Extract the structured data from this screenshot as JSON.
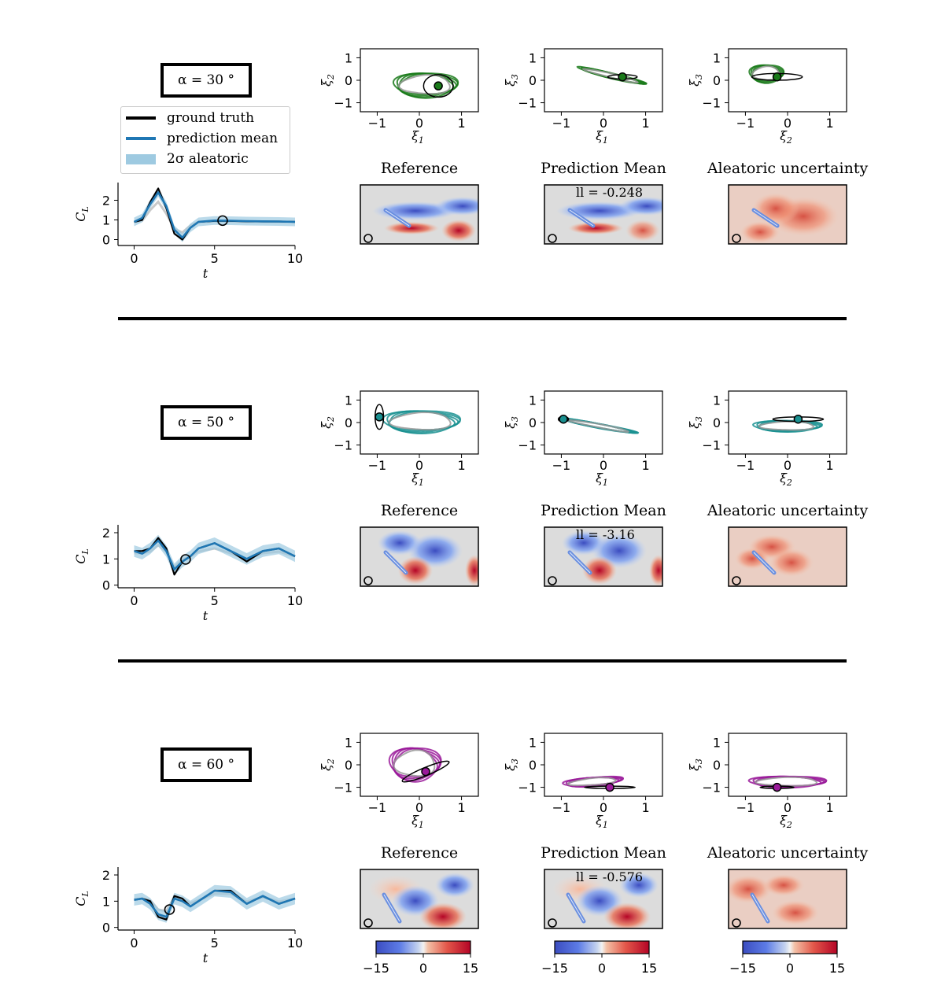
{
  "legend": {
    "ground_truth": "ground truth",
    "prediction_mean": "prediction mean",
    "aleatoric": "2σ aleatoric"
  },
  "panel_titles": {
    "reference": "Reference",
    "prediction_mean": "Prediction Mean",
    "aleatoric": "Aleatoric uncertainty"
  },
  "colorbar": {
    "ticks": [
      "−15",
      "0",
      "15"
    ],
    "range": [
      -15,
      15
    ],
    "colormap": "coolwarm"
  },
  "colors": {
    "ground_truth": "#000000",
    "prediction_mean": "#1f77b4",
    "aleatoric_band": "#9ecae1",
    "gray_trace": "#bbbbbb",
    "rows": [
      "#1a7a1a",
      "#1a9090",
      "#9a1a9a"
    ]
  },
  "rows": [
    {
      "alpha_label": "α = 30 °",
      "ll_label": "ll = -0.248"
    },
    {
      "alpha_label": "α = 50 °",
      "ll_label": "ll = -3.16"
    },
    {
      "alpha_label": "α = 60 °",
      "ll_label": "ll = -0.576"
    }
  ],
  "chart_data": [
    {
      "type": "line",
      "panel": "lift coefficient time series, α = 30°",
      "xlabel": "t",
      "ylabel": "C_L",
      "xlim": [
        -1,
        10
      ],
      "ylim": [
        -0.3,
        2.9
      ],
      "xticks": [
        "0",
        "5",
        "10"
      ],
      "yticks": [
        "0",
        "1",
        "2"
      ],
      "marker_t": 5.5,
      "series": [
        {
          "name": "ground truth",
          "x": [
            0,
            0.5,
            1,
            1.5,
            2,
            2.5,
            3,
            3.5,
            4,
            5,
            6,
            7,
            8,
            9,
            10
          ],
          "y": [
            0.9,
            1.0,
            1.9,
            2.6,
            1.6,
            0.3,
            0.0,
            0.6,
            0.9,
            0.95,
            0.95,
            0.93,
            0.92,
            0.92,
            0.9
          ]
        },
        {
          "name": "prediction mean",
          "x": [
            0,
            0.5,
            1,
            1.5,
            2,
            2.5,
            3,
            3.5,
            4,
            5,
            6,
            7,
            8,
            9,
            10
          ],
          "y": [
            0.9,
            1.1,
            1.8,
            2.4,
            1.7,
            0.5,
            0.1,
            0.6,
            0.9,
            0.97,
            0.96,
            0.94,
            0.93,
            0.92,
            0.9
          ]
        }
      ]
    },
    {
      "type": "line",
      "panel": "lift coefficient time series, α = 50°",
      "xlabel": "t",
      "ylabel": "C_L",
      "xlim": [
        -1,
        10
      ],
      "ylim": [
        -0.1,
        2.3
      ],
      "xticks": [
        "0",
        "5",
        "10"
      ],
      "yticks": [
        "0",
        "1",
        "2"
      ],
      "marker_t": 3.2,
      "series": [
        {
          "name": "ground truth",
          "x": [
            0,
            0.5,
            1,
            1.5,
            2,
            2.5,
            3,
            3.5,
            4,
            5,
            6,
            7,
            8,
            9,
            10
          ],
          "y": [
            1.3,
            1.3,
            1.4,
            1.8,
            1.4,
            0.4,
            0.9,
            1.1,
            1.4,
            1.6,
            1.3,
            0.9,
            1.3,
            1.4,
            1.1
          ]
        },
        {
          "name": "prediction mean",
          "x": [
            0,
            0.5,
            1,
            1.5,
            2,
            2.5,
            3,
            3.5,
            4,
            5,
            6,
            7,
            8,
            9,
            10
          ],
          "y": [
            1.3,
            1.2,
            1.4,
            1.7,
            1.3,
            0.6,
            0.9,
            1.1,
            1.4,
            1.6,
            1.3,
            1.0,
            1.3,
            1.4,
            1.1
          ]
        }
      ]
    },
    {
      "type": "line",
      "panel": "lift coefficient time series, α = 60°",
      "xlabel": "t",
      "ylabel": "C_L",
      "xlim": [
        -1,
        10
      ],
      "ylim": [
        -0.1,
        2.3
      ],
      "xticks": [
        "0",
        "5",
        "10"
      ],
      "yticks": [
        "0",
        "1",
        "2"
      ],
      "marker_t": 2.2,
      "series": [
        {
          "name": "ground truth",
          "x": [
            0,
            0.5,
            1,
            1.5,
            2,
            2.5,
            3,
            3.5,
            4,
            5,
            6,
            7,
            8,
            9,
            10
          ],
          "y": [
            1.05,
            1.1,
            1.0,
            0.4,
            0.3,
            1.2,
            1.1,
            0.8,
            1.0,
            1.4,
            1.4,
            0.9,
            1.2,
            0.9,
            1.1
          ]
        },
        {
          "name": "prediction mean",
          "x": [
            0,
            0.5,
            1,
            1.5,
            2,
            2.5,
            3,
            3.5,
            4,
            5,
            6,
            7,
            8,
            9,
            10
          ],
          "y": [
            1.05,
            1.1,
            0.9,
            0.5,
            0.4,
            1.1,
            1.0,
            0.8,
            1.0,
            1.4,
            1.35,
            0.9,
            1.2,
            0.9,
            1.1
          ]
        }
      ]
    },
    {
      "type": "scatter",
      "panel": "latent phase portrait ξ1–ξ2, α = 30°",
      "xlabel": "ξ1",
      "ylabel": "ξ2",
      "xlim": [
        -1.4,
        1.4
      ],
      "ylim": [
        -1.4,
        1.4
      ],
      "xticks": [
        "−1",
        "0",
        "1"
      ],
      "yticks": [
        "1",
        "0",
        "−1"
      ],
      "cx": 0.15,
      "cy": -0.2,
      "rx": 0.75,
      "ry": 0.55,
      "point": [
        0.45,
        -0.25
      ],
      "ell": [
        0.35,
        0.5
      ]
    },
    {
      "type": "scatter",
      "panel": "latent phase portrait ξ1–ξ3, α = 30°",
      "xlabel": "ξ1",
      "ylabel": "ξ3",
      "xlim": [
        -1.4,
        1.4
      ],
      "ylim": [
        -1.4,
        1.4
      ],
      "xticks": [
        "−1",
        "0",
        "1"
      ],
      "yticks": [
        "1",
        "0",
        "−1"
      ],
      "cx": 0.2,
      "cy": 0.2,
      "rx": 0.8,
      "ry": 0.12,
      "tilt": -0.45,
      "point": [
        0.45,
        0.15
      ],
      "ell": [
        0.35,
        0.1
      ]
    },
    {
      "type": "scatter",
      "panel": "latent phase portrait ξ2–ξ3, α = 30°",
      "xlabel": "ξ2",
      "ylabel": "ξ3",
      "xlim": [
        -1.4,
        1.4
      ],
      "ylim": [
        -1.4,
        1.4
      ],
      "xticks": [
        "−1",
        "0",
        "1"
      ],
      "yticks": [
        "1",
        "0",
        "−1"
      ],
      "cx": -0.5,
      "cy": 0.3,
      "rx": 0.4,
      "ry": 0.4,
      "point": [
        -0.25,
        0.15
      ],
      "ell": [
        0.6,
        0.15
      ]
    },
    {
      "type": "scatter",
      "panel": "latent phase portrait ξ1–ξ2, α = 50°",
      "xlabel": "ξ1",
      "ylabel": "ξ2",
      "xlim": [
        -1.4,
        1.4
      ],
      "ylim": [
        -1.4,
        1.4
      ],
      "xticks": [
        "−1",
        "0",
        "1"
      ],
      "yticks": [
        "1",
        "0",
        "−1"
      ],
      "cx": 0.05,
      "cy": 0.05,
      "rx": 0.9,
      "ry": 0.5,
      "point": [
        -0.95,
        0.25
      ],
      "ell": [
        0.1,
        0.55
      ]
    },
    {
      "type": "scatter",
      "panel": "latent phase portrait ξ1–ξ3, α = 50°",
      "xlabel": "ξ1",
      "ylabel": "ξ3",
      "xlim": [
        -1.4,
        1.4
      ],
      "ylim": [
        -1.4,
        1.4
      ],
      "xticks": [
        "−1",
        "0",
        "1"
      ],
      "yticks": [
        "1",
        "0",
        "−1"
      ],
      "cx": -0.1,
      "cy": -0.15,
      "rx": 0.9,
      "ry": 0.1,
      "tilt": -0.35,
      "point": [
        -0.95,
        0.15
      ],
      "ell": [
        0.12,
        0.12
      ]
    },
    {
      "type": "scatter",
      "panel": "latent phase portrait ξ2–ξ3, α = 50°",
      "xlabel": "ξ2",
      "ylabel": "ξ3",
      "xlim": [
        -1.4,
        1.4
      ],
      "ylim": [
        -1.4,
        1.4
      ],
      "xticks": [
        "−1",
        "0",
        "1"
      ],
      "yticks": [
        "1",
        "0",
        "−1"
      ],
      "cx": 0.0,
      "cy": -0.15,
      "rx": 0.8,
      "ry": 0.25,
      "point": [
        0.25,
        0.15
      ],
      "ell": [
        0.6,
        0.1
      ]
    },
    {
      "type": "scatter",
      "panel": "latent phase portrait ξ1–ξ2, α = 60°",
      "xlabel": "ξ1",
      "ylabel": "ξ2",
      "xlim": [
        -1.4,
        1.4
      ],
      "ylim": [
        -1.4,
        1.4
      ],
      "xticks": [
        "−1",
        "0",
        "1"
      ],
      "yticks": [
        "1",
        "0",
        "−1"
      ],
      "cx": -0.1,
      "cy": 0.05,
      "rx": 0.6,
      "ry": 0.75,
      "point": [
        0.15,
        -0.3
      ],
      "ell": [
        0.6,
        0.18
      ],
      "ell_tilt": 0.5
    },
    {
      "type": "scatter",
      "panel": "latent phase portrait ξ1–ξ3, α = 60°",
      "xlabel": "ξ1",
      "ylabel": "ξ3",
      "xlim": [
        -1.4,
        1.4
      ],
      "ylim": [
        -1.4,
        1.4
      ],
      "xticks": [
        "−1",
        "0",
        "1"
      ],
      "yticks": [
        "1",
        "0",
        "−1"
      ],
      "cx": -0.25,
      "cy": -0.75,
      "rx": 0.7,
      "ry": 0.2,
      "tilt": 0.15,
      "point": [
        0.15,
        -1.0
      ],
      "ell": [
        0.6,
        0.05
      ]
    },
    {
      "type": "scatter",
      "panel": "latent phase portrait ξ2–ξ3, α = 60°",
      "xlabel": "ξ2",
      "ylabel": "ξ3",
      "xlim": [
        -1.4,
        1.4
      ],
      "ylim": [
        -1.4,
        1.4
      ],
      "xticks": [
        "−1",
        "0",
        "1"
      ],
      "yticks": [
        "1",
        "0",
        "−1"
      ],
      "cx": 0.0,
      "cy": -0.75,
      "rx": 0.9,
      "ry": 0.25,
      "point": [
        -0.25,
        -1.0
      ],
      "ell": [
        0.4,
        0.05
      ]
    }
  ]
}
